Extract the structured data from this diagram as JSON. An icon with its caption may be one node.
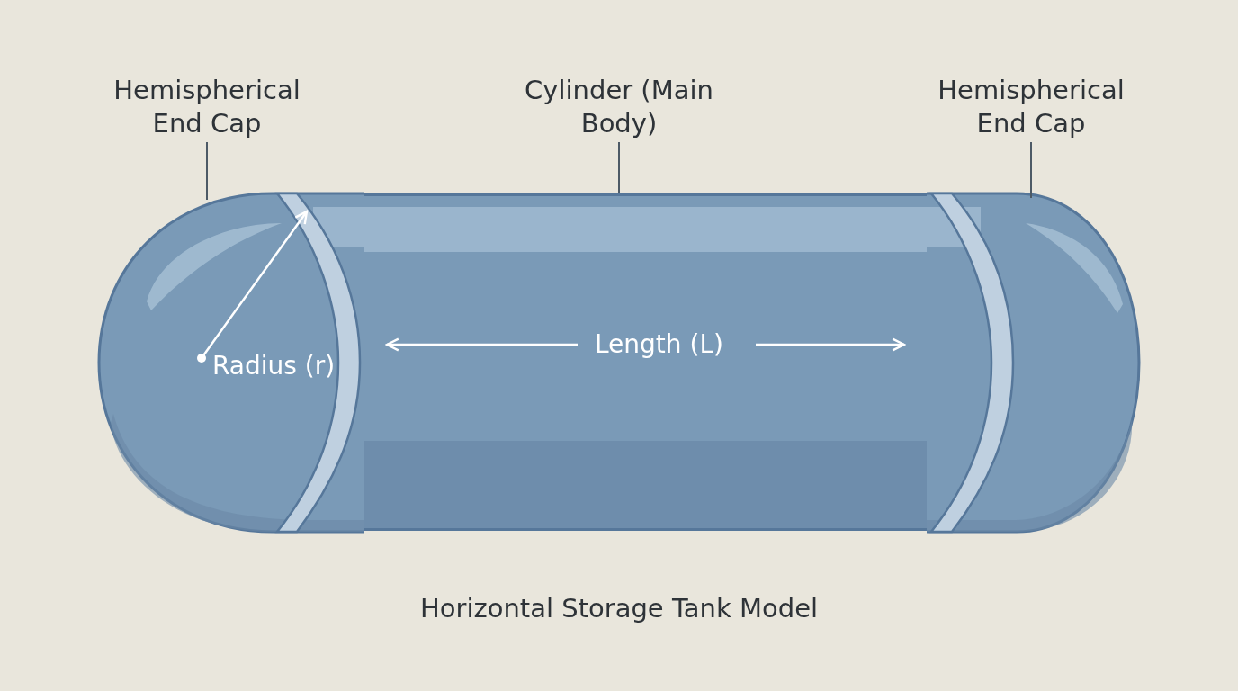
{
  "diagram": {
    "caption": "Horizontal Storage Tank Model",
    "nodes": [
      {
        "text": [
          "Hemispherical End Cap"
        ]
      },
      {
        "text": [
          "Cylinder (Main Body)"
        ]
      },
      {
        "text": [
          "Hemispherical End Cap"
        ]
      },
      {
        "text": [],
        "shape": "picture"
      },
      {
        "text": [],
        "shape": "picture"
      },
      {
        "text": [],
        "shape": "picture"
      }
    ],
    "edges": [
      {
        "from": 0,
        "to": 3,
        "arrow": "none"
      },
      {
        "from": 1,
        "to": 4,
        "arrow": "none"
      },
      {
        "from": 2,
        "to": 5,
        "arrow": "none"
      }
    ],
    "labels": [
      "Radius (r)",
      "Length (L)"
    ]
  }
}
